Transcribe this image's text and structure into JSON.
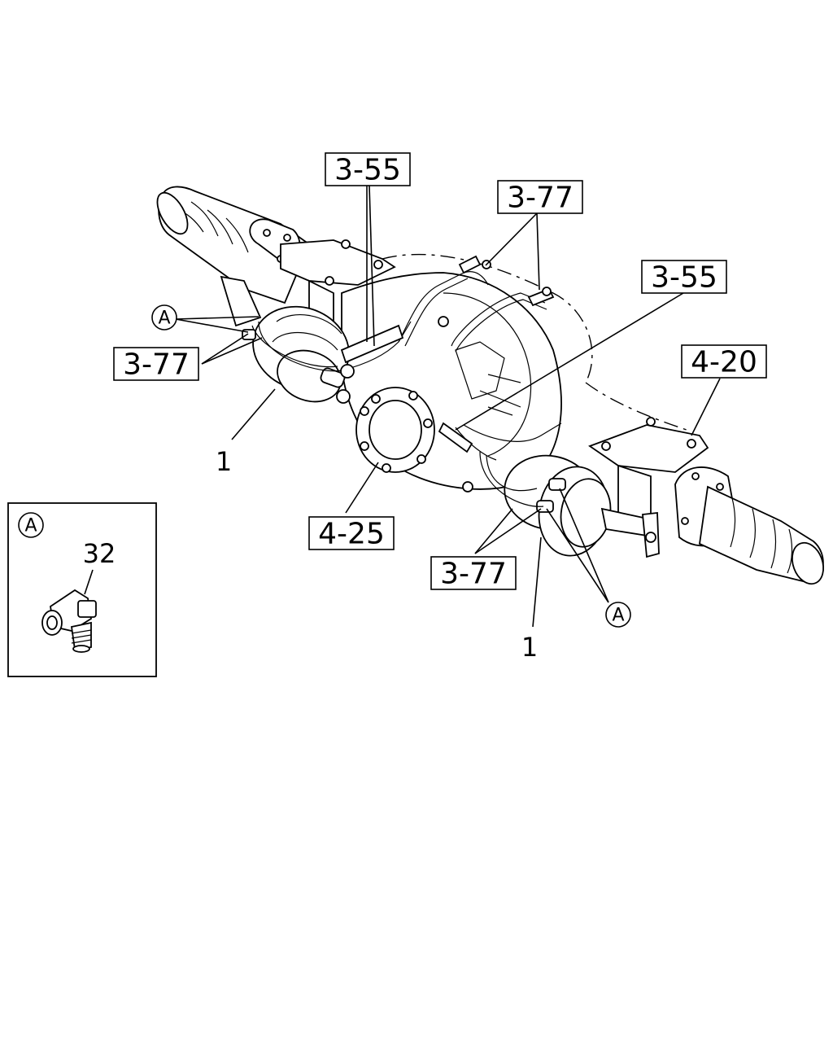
{
  "refs": {
    "r355_top": "3-55",
    "r377_top": "3-77",
    "r355_right": "3-55",
    "r420": "4-20",
    "r377_left": "3-77",
    "r425": "4-25",
    "r377_bottom": "3-77"
  },
  "numbers": {
    "n1_left": "1",
    "n1_bottom": "1",
    "n32": "32"
  },
  "circle_labels": {
    "a_left": "A",
    "a_right": "A",
    "a_inset": "A"
  }
}
